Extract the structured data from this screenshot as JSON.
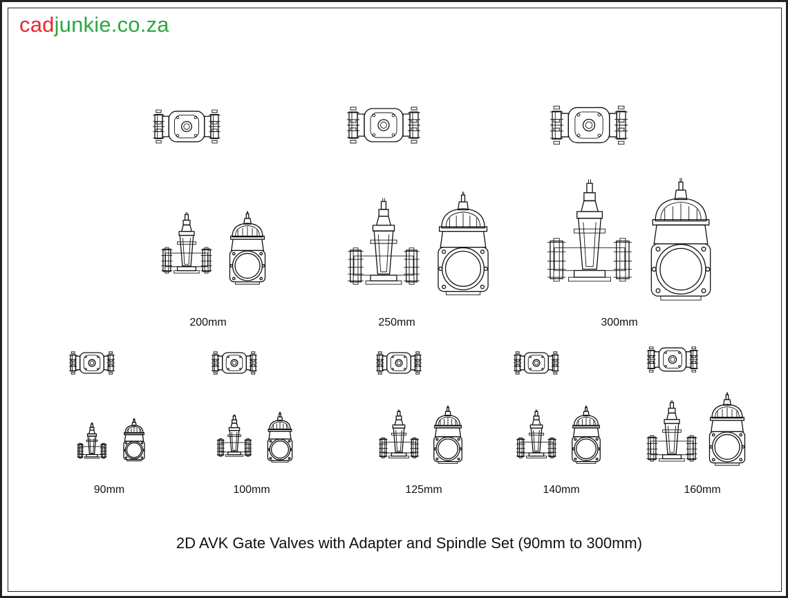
{
  "logo": {
    "part1": "cad",
    "part2": "junkie",
    "part3": ".co.za",
    "color_cad": "#e8282e",
    "color_rest": "#2aa843"
  },
  "caption": "2D AVK Gate Valves with Adapter and Spindle Set (90mm to 300mm)",
  "valves": [
    {
      "id": "v200",
      "label": "200mm"
    },
    {
      "id": "v250",
      "label": "250mm"
    },
    {
      "id": "v300",
      "label": "300mm"
    },
    {
      "id": "v90",
      "label": "90mm"
    },
    {
      "id": "v100",
      "label": "100mm"
    },
    {
      "id": "v125",
      "label": "125mm"
    },
    {
      "id": "v140",
      "label": "140mm"
    },
    {
      "id": "v160",
      "label": "160mm"
    }
  ]
}
